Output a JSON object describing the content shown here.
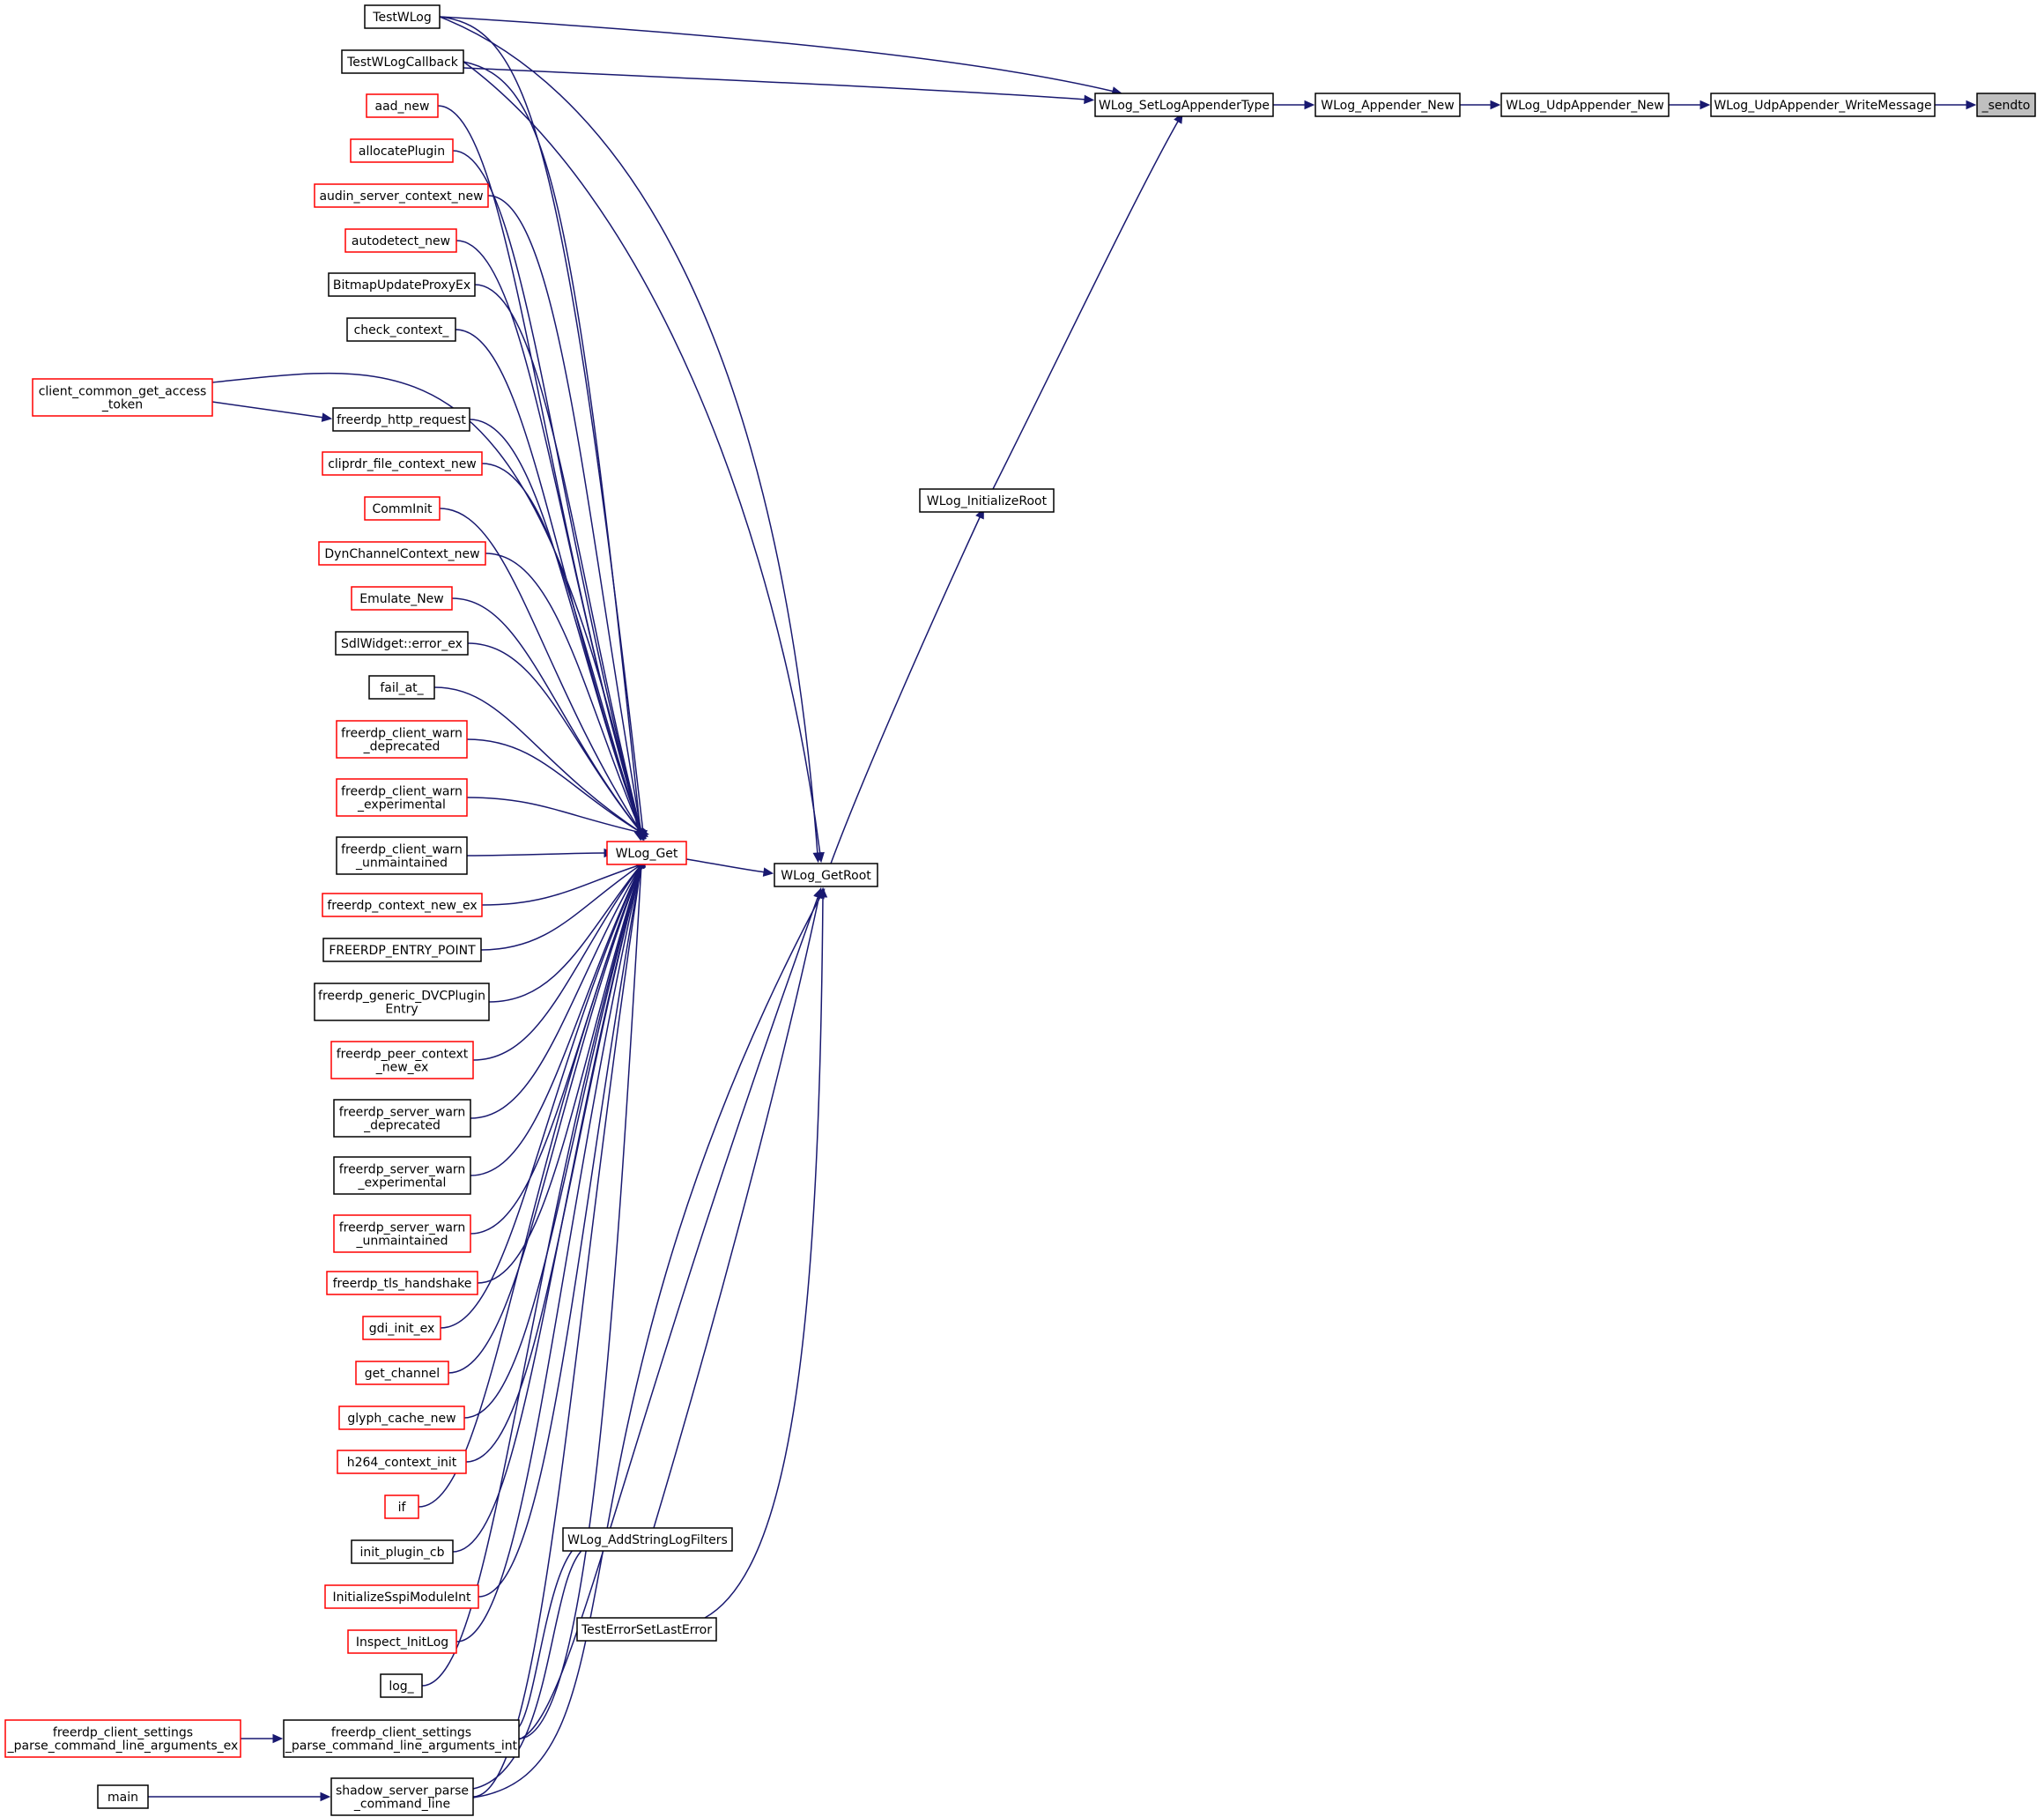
{
  "colors": {
    "edge": "#191970",
    "box_border_normal": "#000000",
    "box_border_incomplete": "#ff0000",
    "highlight_fill": "#bfbfbf",
    "background": "#ffffff"
  },
  "nodes": [
    {
      "id": "sendto",
      "lines": [
        "_sendto"
      ],
      "highlighted": true
    },
    {
      "id": "write_message",
      "lines": [
        "WLog_UdpAppender_WriteMessage"
      ]
    },
    {
      "id": "udp_new",
      "lines": [
        "WLog_UdpAppender_New"
      ]
    },
    {
      "id": "appender_new",
      "lines": [
        "WLog_Appender_New"
      ]
    },
    {
      "id": "set_type",
      "lines": [
        "WLog_SetLogAppenderType"
      ]
    },
    {
      "id": "init_root",
      "lines": [
        "WLog_InitializeRoot"
      ]
    },
    {
      "id": "get_root",
      "lines": [
        "WLog_GetRoot"
      ]
    },
    {
      "id": "wlog_get",
      "lines": [
        "WLog_Get"
      ],
      "red": true
    },
    {
      "id": "add_filters",
      "lines": [
        "WLog_AddStringLogFilters"
      ]
    },
    {
      "id": "test_error",
      "lines": [
        "TestErrorSetLastError"
      ]
    },
    {
      "id": "test_wlog",
      "lines": [
        "TestWLog"
      ]
    },
    {
      "id": "test_wlog_cb",
      "lines": [
        "TestWLogCallback"
      ]
    },
    {
      "id": "aad_new",
      "lines": [
        "aad_new"
      ],
      "red": true
    },
    {
      "id": "allocate_plugin",
      "lines": [
        "allocatePlugin"
      ],
      "red": true
    },
    {
      "id": "audin",
      "lines": [
        "audin_server_context_new"
      ],
      "red": true
    },
    {
      "id": "autodetect",
      "lines": [
        "autodetect_new"
      ],
      "red": true
    },
    {
      "id": "bitmap_update",
      "lines": [
        "BitmapUpdateProxyEx"
      ]
    },
    {
      "id": "check_context",
      "lines": [
        "check_context_"
      ]
    },
    {
      "id": "client_common",
      "lines": [
        "client_common_get_access",
        "_token"
      ],
      "red": true
    },
    {
      "id": "http_request",
      "lines": [
        "freerdp_http_request"
      ]
    },
    {
      "id": "cliprdr",
      "lines": [
        "cliprdr_file_context_new"
      ],
      "red": true
    },
    {
      "id": "comminit",
      "lines": [
        "CommInit"
      ],
      "red": true
    },
    {
      "id": "dynchannel",
      "lines": [
        "DynChannelContext_new"
      ],
      "red": true
    },
    {
      "id": "emulate",
      "lines": [
        "Emulate_New"
      ],
      "red": true
    },
    {
      "id": "sdlwidget",
      "lines": [
        "SdlWidget::error_ex"
      ]
    },
    {
      "id": "fail_at",
      "lines": [
        "fail_at_"
      ]
    },
    {
      "id": "client_warn_dep",
      "lines": [
        "freerdp_client_warn",
        "_deprecated"
      ],
      "red": true
    },
    {
      "id": "client_warn_exp",
      "lines": [
        "freerdp_client_warn",
        "_experimental"
      ],
      "red": true
    },
    {
      "id": "client_warn_unm",
      "lines": [
        "freerdp_client_warn",
        "_unmaintained"
      ]
    },
    {
      "id": "context_new_ex",
      "lines": [
        "freerdp_context_new_ex"
      ],
      "red": true
    },
    {
      "id": "entry_point",
      "lines": [
        "FREERDP_ENTRY_POINT"
      ]
    },
    {
      "id": "dvc_plugin",
      "lines": [
        "freerdp_generic_DVCPlugin",
        "Entry"
      ]
    },
    {
      "id": "peer_context",
      "lines": [
        "freerdp_peer_context",
        "_new_ex"
      ],
      "red": true
    },
    {
      "id": "server_warn_dep",
      "lines": [
        "freerdp_server_warn",
        "_deprecated"
      ]
    },
    {
      "id": "server_warn_exp",
      "lines": [
        "freerdp_server_warn",
        "_experimental"
      ]
    },
    {
      "id": "server_warn_unm",
      "lines": [
        "freerdp_server_warn",
        "_unmaintained"
      ],
      "red": true
    },
    {
      "id": "tls_handshake",
      "lines": [
        "freerdp_tls_handshake"
      ],
      "red": true
    },
    {
      "id": "gdi_init",
      "lines": [
        "gdi_init_ex"
      ],
      "red": true
    },
    {
      "id": "get_channel",
      "lines": [
        "get_channel"
      ],
      "red": true
    },
    {
      "id": "glyph_cache",
      "lines": [
        "glyph_cache_new"
      ],
      "red": true
    },
    {
      "id": "h264",
      "lines": [
        "h264_context_init"
      ],
      "red": true
    },
    {
      "id": "if_node",
      "lines": [
        "if"
      ],
      "red": true
    },
    {
      "id": "init_plugin_cb",
      "lines": [
        "init_plugin_cb"
      ]
    },
    {
      "id": "sspi",
      "lines": [
        "InitializeSspiModuleInt"
      ],
      "red": true
    },
    {
      "id": "inspect",
      "lines": [
        "Inspect_InitLog"
      ],
      "red": true
    },
    {
      "id": "log_",
      "lines": [
        "log_"
      ]
    },
    {
      "id": "parse_int",
      "lines": [
        "freerdp_client_settings",
        "_parse_command_line_arguments_int"
      ]
    },
    {
      "id": "parse_ex",
      "lines": [
        "freerdp_client_settings",
        "_parse_command_line_arguments_ex"
      ],
      "red": true
    },
    {
      "id": "shadow_parse",
      "lines": [
        "shadow_server_parse",
        "_command_line"
      ]
    },
    {
      "id": "main",
      "lines": [
        "main"
      ]
    }
  ]
}
